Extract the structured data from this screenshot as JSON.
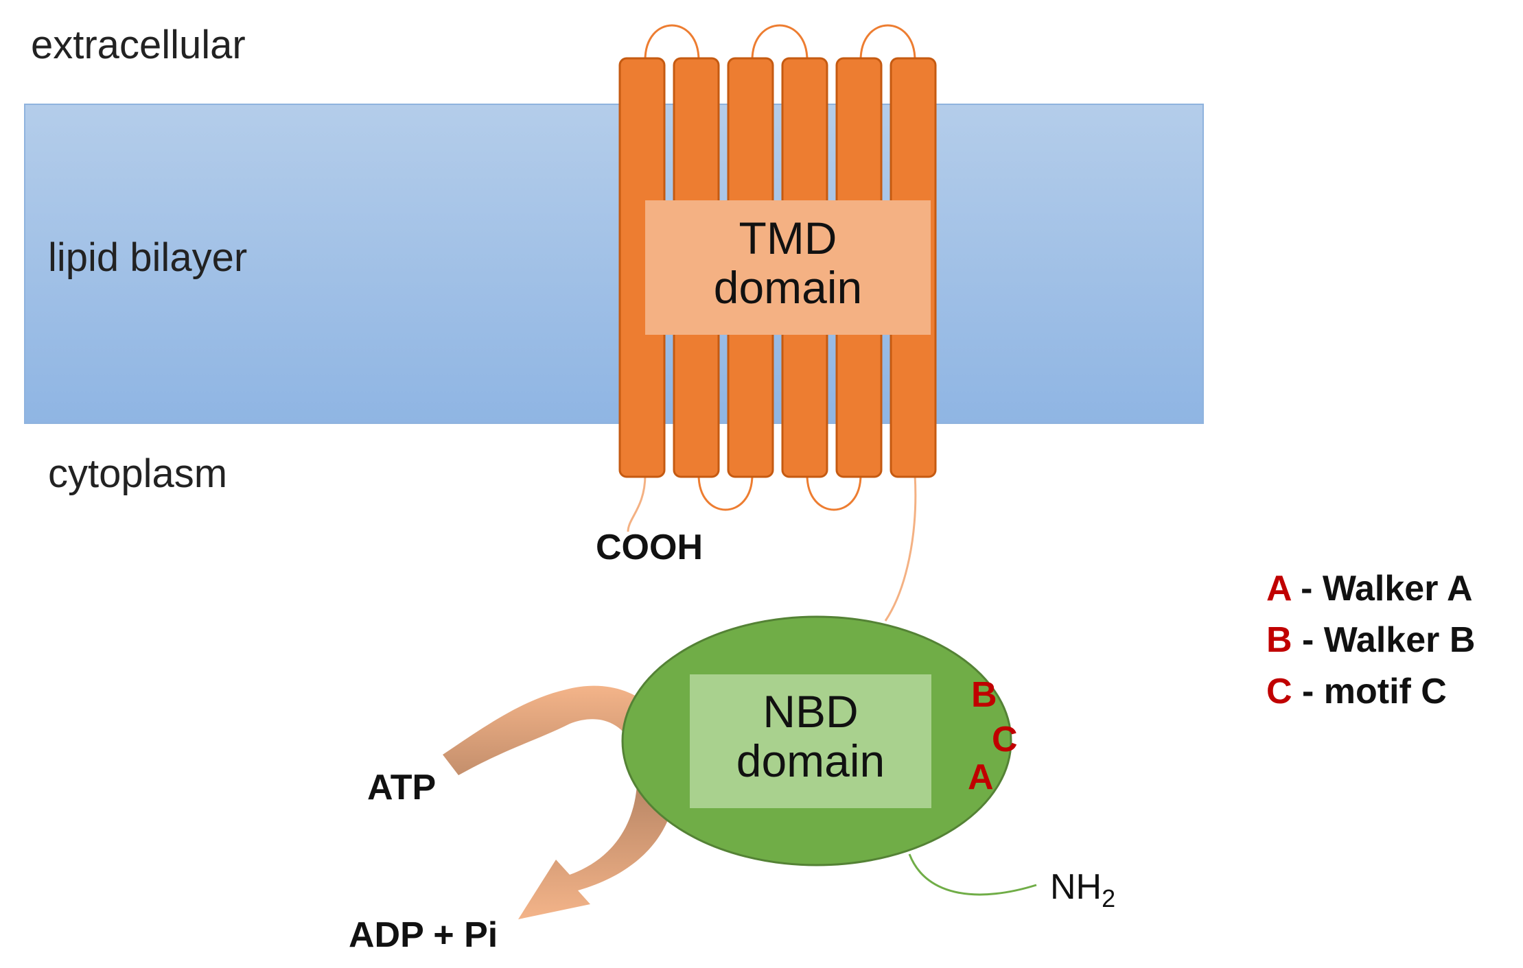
{
  "regions": {
    "extracellular": "extracellular",
    "lipid_bilayer": "lipid bilayer",
    "cytoplasm": "cytoplasm"
  },
  "tmd": {
    "line1": "TMD",
    "line2": "domain"
  },
  "nbd": {
    "line1": "NBD",
    "line2": "domain"
  },
  "termini": {
    "cooh": "COOH",
    "nh": "NH",
    "nh_subscript": "2"
  },
  "reaction": {
    "substrate": "ATP",
    "products": "ADP + Pi"
  },
  "motifs_on_nbd": [
    "B",
    "C",
    "A"
  ],
  "legend": [
    {
      "letter": "A",
      "text": " - Walker A"
    },
    {
      "letter": "B",
      "text": " - Walker B"
    },
    {
      "letter": "C",
      "text": " - motif C"
    }
  ],
  "colors": {
    "membrane": "#9dbfe6",
    "helix": "#ed7d31",
    "tmd_box": "#f4b183",
    "nbd_ellipse": "#70ad47",
    "nbd_box": "#a9d18e",
    "motif_red": "#c00000",
    "arrow": "#c8875e"
  }
}
